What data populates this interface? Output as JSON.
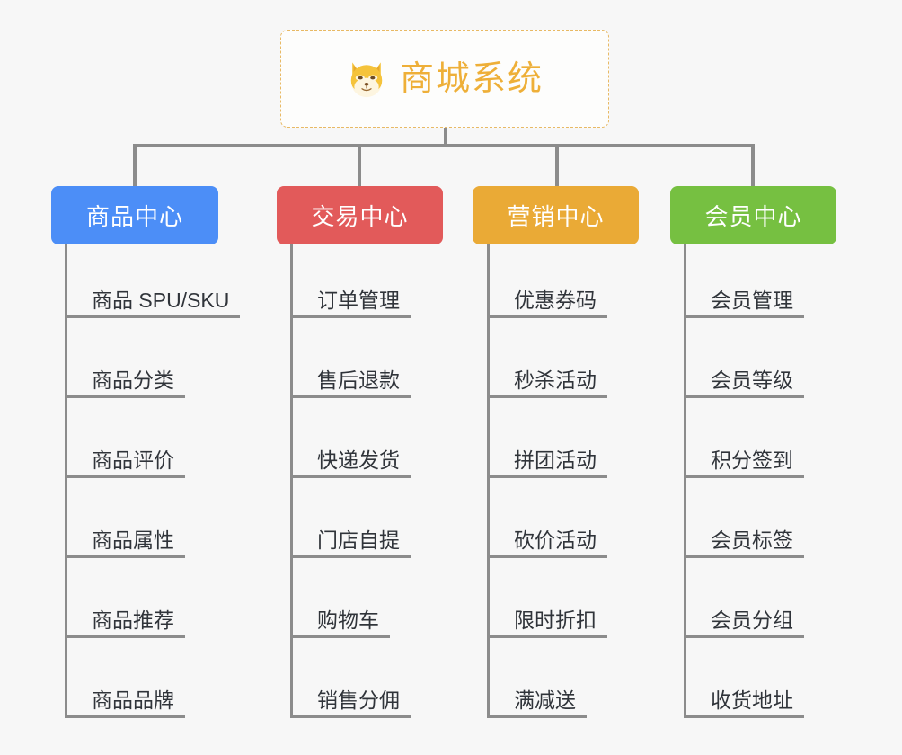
{
  "diagram": {
    "type": "mindmap-org-chart",
    "background_color": "#f7f7f7",
    "connector_color": "#8c8c8c",
    "root": {
      "title": "商城系统",
      "icon": "shiba-dog-face-icon",
      "text_color": "#eeaf38",
      "border_color": "#e8b964",
      "background_color": "#fdfdfc"
    },
    "branches": [
      {
        "label": "商品中心",
        "color": "#4c8ef7",
        "items": [
          "商品 SPU/SKU",
          "商品分类",
          "商品评价",
          "商品属性",
          "商品推荐",
          "商品品牌"
        ]
      },
      {
        "label": "交易中心",
        "color": "#e25a5a",
        "items": [
          "订单管理",
          "售后退款",
          "快递发货",
          "门店自提",
          "购物车",
          "销售分佣"
        ]
      },
      {
        "label": "营销中心",
        "color": "#eaaa36",
        "items": [
          "优惠券码",
          "秒杀活动",
          "拼团活动",
          "砍价活动",
          "限时折扣",
          "满减送"
        ]
      },
      {
        "label": "会员中心",
        "color": "#76c041",
        "items": [
          "会员管理",
          "会员等级",
          "积分签到",
          "会员标签",
          "会员分组",
          "收货地址"
        ]
      }
    ]
  }
}
